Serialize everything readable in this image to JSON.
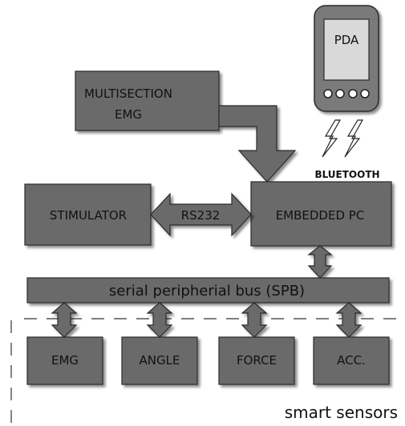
{
  "colors": {
    "box_fill": "#6b6b6b",
    "box_stroke": "#2a2a2a",
    "shadow": "#4a4a4a",
    "text": "#111111",
    "pda_body": "#7a7a7a",
    "pda_screen": "#d9d9d9",
    "background": "#ffffff"
  },
  "blocks": {
    "multisection_emg": {
      "line1": "MULTISECTION",
      "line2": "EMG"
    },
    "stimulator": "STIMULATOR",
    "rs232": "RS232",
    "embedded_pc": "EMBEDDED PC",
    "pda": "PDA",
    "bluetooth": "BLUETOOTH",
    "bus": "serial peripherial bus (SPB)"
  },
  "sensors": {
    "emg": "EMG",
    "angle": "ANGLE",
    "force": "FORCE",
    "acc": "ACC."
  },
  "group_label": "smart sensors",
  "icons": {
    "wireless": "lightning-bolt-icon",
    "pda_buttons": "circle-icon"
  }
}
